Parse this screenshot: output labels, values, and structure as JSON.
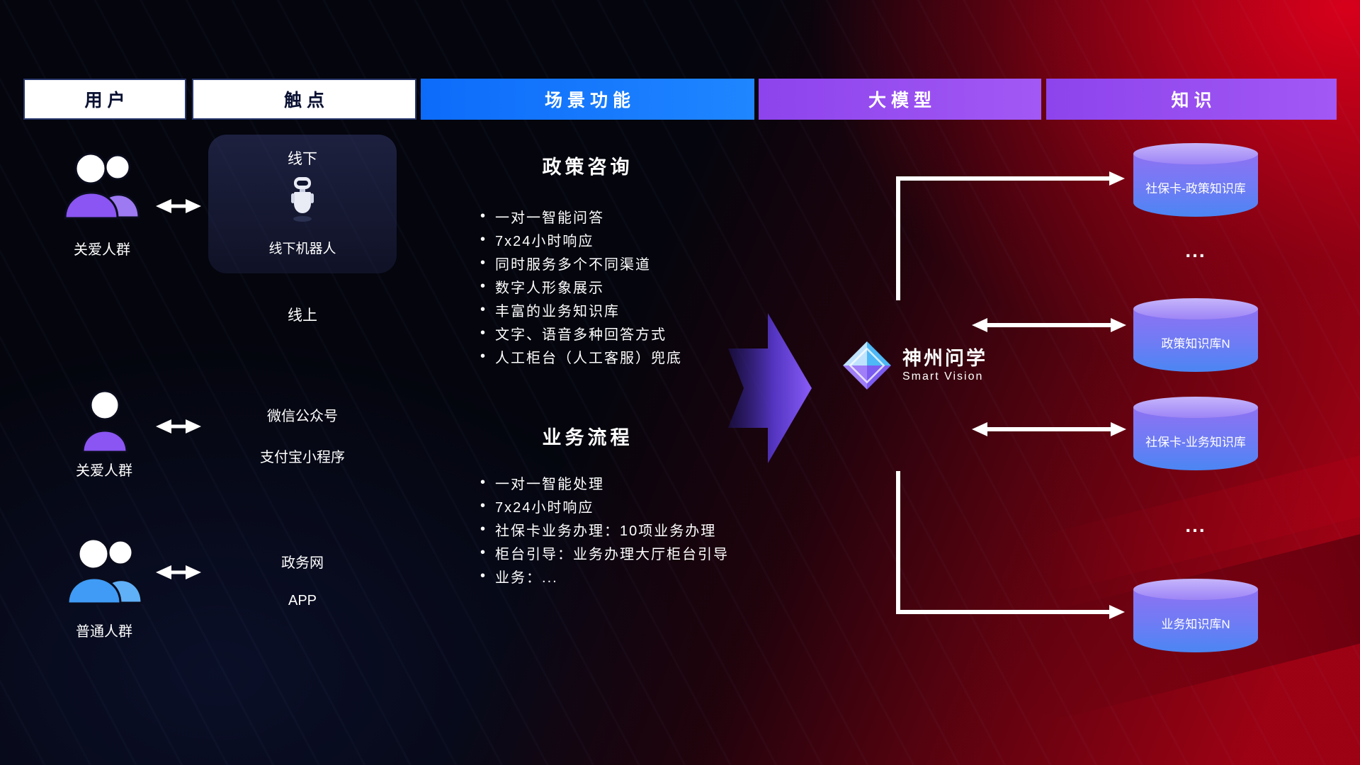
{
  "header": {
    "columns": [
      {
        "label": "用户"
      },
      {
        "label": "触点"
      },
      {
        "label": "场景功能"
      },
      {
        "label": "大模型"
      },
      {
        "label": "知识"
      }
    ]
  },
  "users": [
    {
      "label": "关爱人群"
    },
    {
      "label": "关爱人群"
    },
    {
      "label": "普通人群"
    }
  ],
  "touchpoints": {
    "offline_title": "线下",
    "offline_robot": "线下机器人",
    "online": "线上",
    "wechat": "微信公众号",
    "alipay": "支付宝小程序",
    "gov": "政务网",
    "app": "APP"
  },
  "scenarios": [
    {
      "title": "政策咨询",
      "bullets": [
        "一对一智能问答",
        "7x24小时响应",
        "同时服务多个不同渠道",
        "数字人形象展示",
        "丰富的业务知识库",
        "文字、语音多种回答方式",
        "人工柜台（人工客服）兜底"
      ]
    },
    {
      "title": "业务流程",
      "bullets": [
        "一对一智能处理",
        "7x24小时响应",
        "社保卡业务办理：10项业务办理",
        "柜台引导：业务办理大厅柜台引导",
        "业务：..."
      ]
    }
  ],
  "model": {
    "name": "神州问学",
    "subtitle": "Smart Vision"
  },
  "knowledge": {
    "databases": [
      "社保卡-政策知识库",
      "政策知识库N",
      "社保卡-业务知识库",
      "业务知识库N"
    ],
    "ellipsis": "..."
  },
  "icons": {
    "care_group": "people-group-icon",
    "care_person": "person-icon",
    "general_group": "people-group-icon",
    "robot": "robot-icon",
    "logo": "diamond-logo-icon",
    "database": "database-cylinder-icon"
  },
  "colors": {
    "header_blue": "#1478ff",
    "header_purple": "#9a4ff0",
    "accent_purple": "#8a55f2",
    "accent_blue": "#3f9bf5",
    "db_gradient_top": "#b7a4f9",
    "db_gradient_bottom": "#4b86f3",
    "background_red": "#c00016",
    "arrow_white": "#ffffff"
  }
}
